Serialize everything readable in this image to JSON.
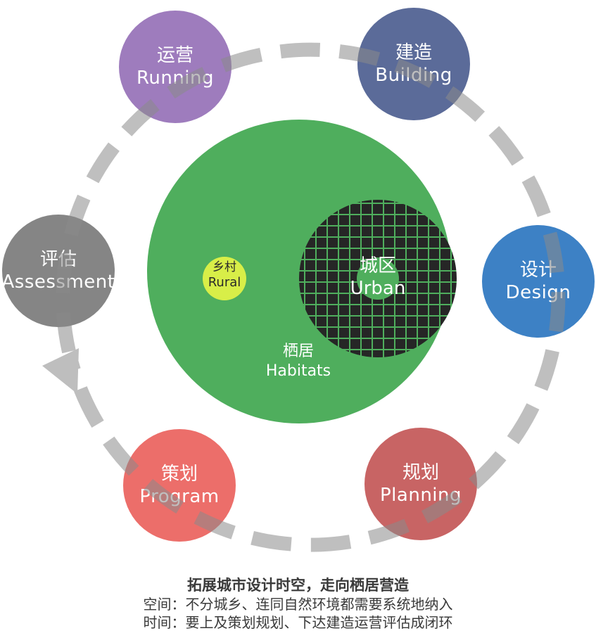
{
  "colors": {
    "ring": "#b8b8b8",
    "habitats": "#4fae5d",
    "urban_fill": "#262626",
    "urban_grid": "#4fae5d",
    "rural": "#d8ee48",
    "running": "#9e7cbd",
    "building": "#5b6b99",
    "design": "#3d81c5",
    "planning": "#c65a5a",
    "program": "#ec6a66",
    "assessment": "#777777"
  },
  "cycle": {
    "direction": "clockwise, arrow pointing down-left after Assessment",
    "nodes": [
      {
        "id": "running",
        "zh": "运营",
        "en": "Running"
      },
      {
        "id": "building",
        "zh": "建造",
        "en": "Building"
      },
      {
        "id": "design",
        "zh": "设计",
        "en": "Design"
      },
      {
        "id": "planning",
        "zh": "规划",
        "en": "Planning"
      },
      {
        "id": "program",
        "zh": "策划",
        "en": "Program"
      },
      {
        "id": "assessment",
        "zh": "评估",
        "en": "Assessment"
      }
    ]
  },
  "center": {
    "habitats": {
      "zh": "栖居",
      "en": "Habitats"
    },
    "urban": {
      "zh": "城区",
      "en": "Urban"
    },
    "rural": {
      "zh": "乡村",
      "en": "Rural"
    }
  },
  "caption": {
    "title": "拓展城市设计时空，走向栖居营造",
    "line1": "空间：不分城乡、连同自然环境都需要系统地纳入",
    "line2": "时间：要上及策划规划、下达建造运营评估成闭环"
  }
}
